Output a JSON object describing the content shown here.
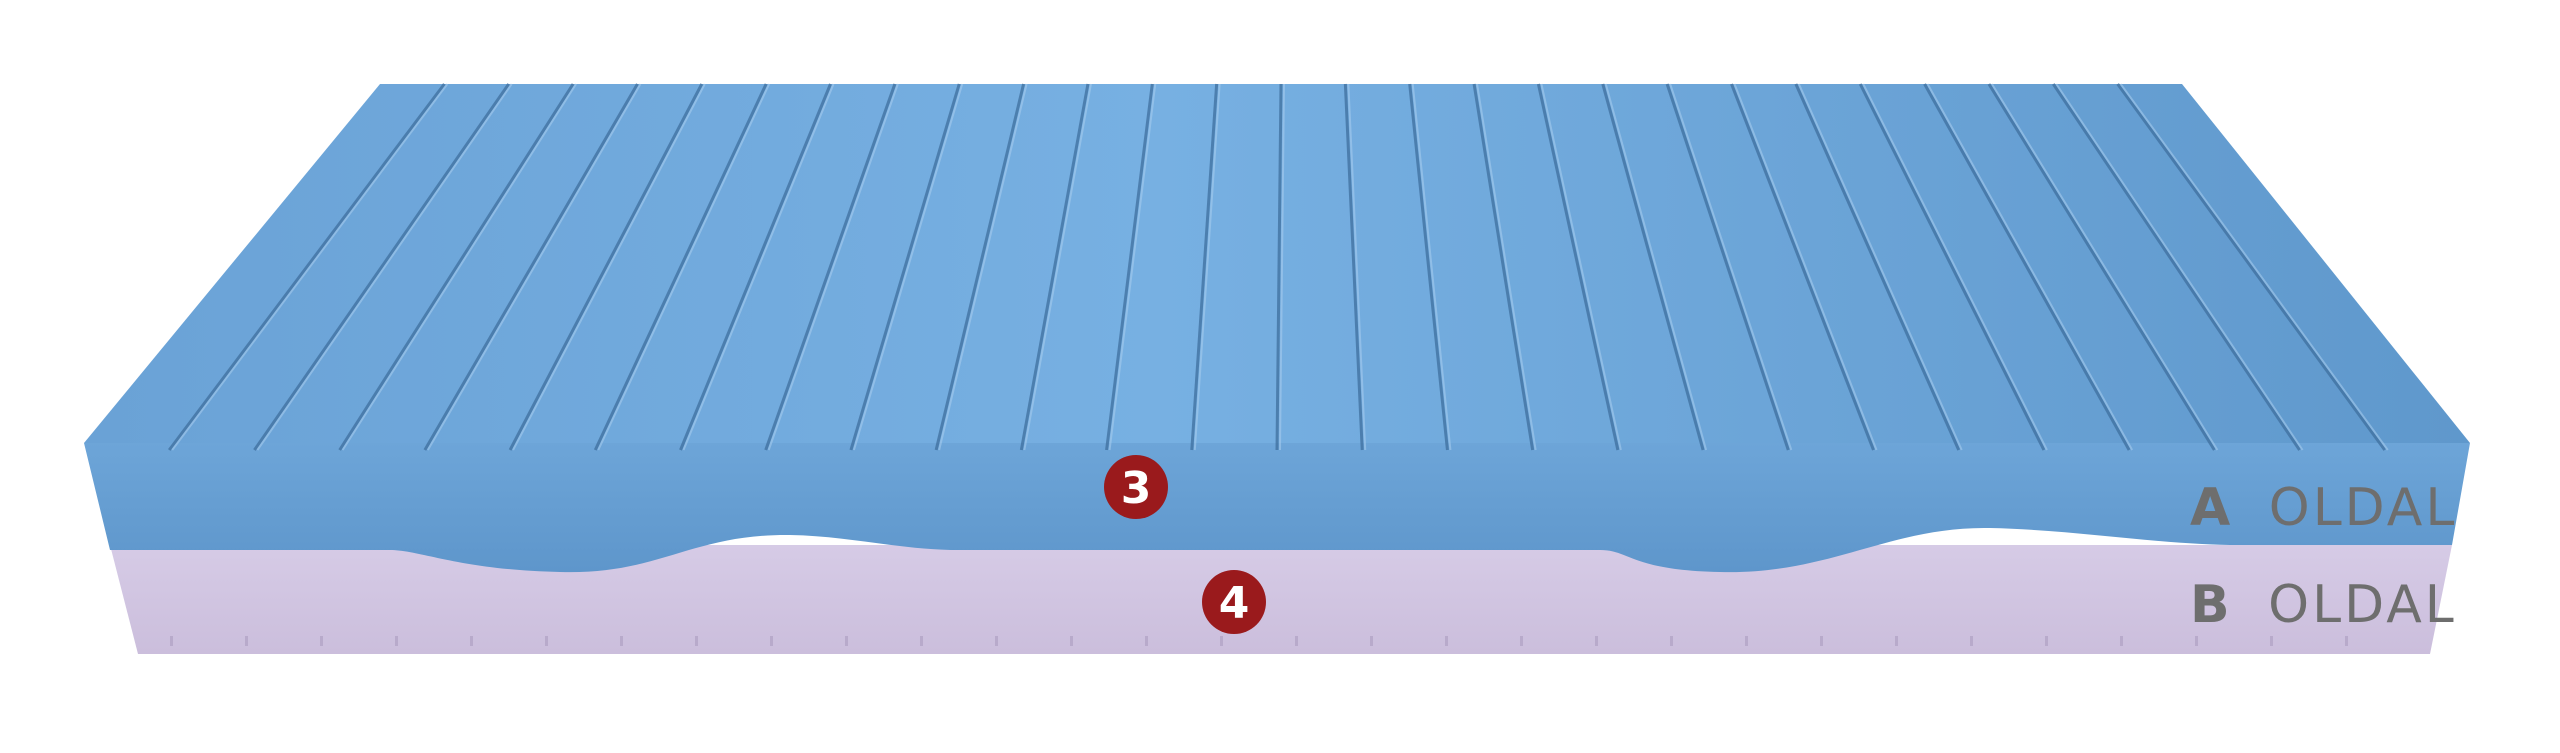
{
  "product_image": {
    "subject": "mattress-cross-section",
    "colors": {
      "top_layer": "#6fa8dc",
      "top_layer_side": "#5e9ad0",
      "bottom_layer": "#d0c4e0",
      "badge": "#9a1a1c",
      "label_text": "#6e6e6e"
    }
  },
  "badges": [
    {
      "number": "3"
    },
    {
      "number": "4"
    }
  ],
  "side_labels": [
    {
      "letter": "A",
      "word": "OLDAL"
    },
    {
      "letter": "B",
      "word": "OLDAL"
    }
  ]
}
